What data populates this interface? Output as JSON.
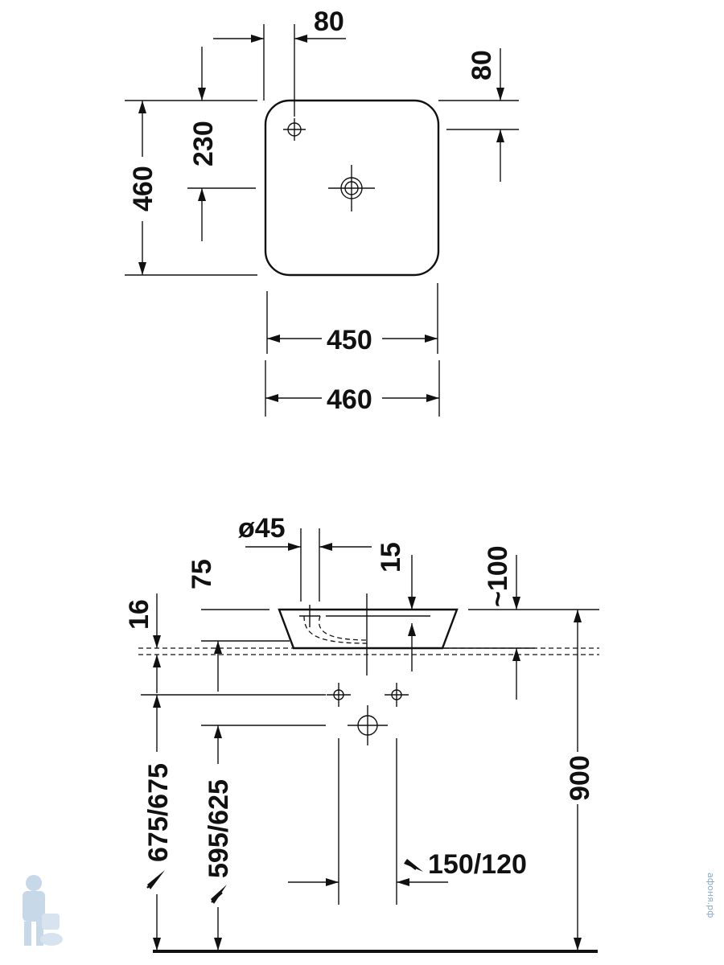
{
  "top_view": {
    "dim_hole_offset_x": "80",
    "dim_hole_offset_y_right": "80",
    "dim_depth_total": "460",
    "dim_depth_center": "230",
    "dim_width_inner": "450",
    "dim_width_total": "460"
  },
  "side_view": {
    "dim_tap_hole": "ø45",
    "dim_rim_75": "75",
    "dim_rim_15": "15",
    "dim_height_100": "~100",
    "dim_counter_16": "16",
    "dim_height_900": "900",
    "dim_supply_height": "675/675",
    "dim_drain_height": "595/625",
    "dim_supply_spacing": "150/120"
  },
  "watermark": {
    "text": "афоня.рф"
  },
  "colors": {
    "line": "#111111",
    "watermark": "#8aa8c8"
  }
}
